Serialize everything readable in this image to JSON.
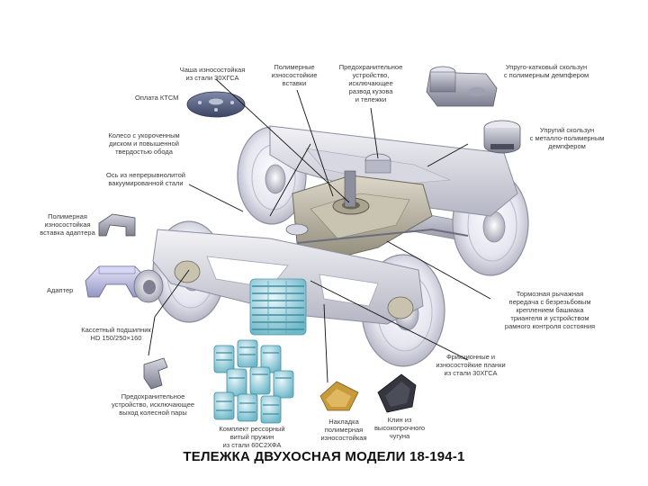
{
  "labels": {
    "l01": "Чаша износостойкая\nиз стали 30ХГСА",
    "l02": "Полимерные\nизносостойкие\nвставки",
    "l03": "Предохранительное\nустройство,\nисключающее\nразвод кузова\nи тележки",
    "l04": "Упруго-катковый скользун\nс полимерным демпфером",
    "l05": "Оплата КТСМ",
    "l06": "Колесо с укороченным\nдиском и повышенной\nтвердостью обода",
    "l07": "Ось из непрерывнолитой\nвакуумированной стали",
    "l08": "Полимерная\nизносостойкая\nвставка адаптера",
    "l09": "Адаптер",
    "l10": "Кассетный подшипник\nHD 150/250×160",
    "l11": "Предохранительное\nустройство, исключающее\nвыход колесной пары",
    "l12": "Комплект рессорный\nвитый пружин\nиз стали 60С2ХФА",
    "l13": "Накладка\nполимерная\nизносостойкая",
    "l14": "Клин из\nвысокопрочного\nчугуна",
    "l15": "Упругий скользун\nс металло-полимерным\nдемпфером",
    "l16": "Тормозная рычажная\nпередача с безрезьбовым\nкреплением башмака\nтриангеля и устройством\nрамного контроля состояния",
    "l17": "Фрикционные и\nизносостойкие планки\nиз стали 30ХГСА"
  },
  "caption": "ТЕЛЕЖКА ДВУХОСНАЯ МОДЕЛИ 18-194-1"
}
